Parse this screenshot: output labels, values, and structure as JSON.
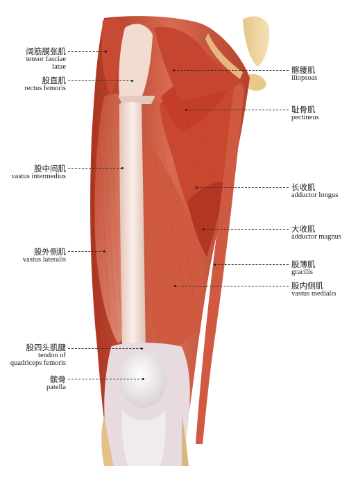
{
  "labels": [
    {
      "id": "tensor-fasciae-latae",
      "zh": "阔筋膜张肌",
      "en": [
        "tensor fasciae",
        "latae"
      ]
    },
    {
      "id": "rectus-femoris",
      "zh": "股直肌",
      "en": [
        "rectus femoris"
      ]
    },
    {
      "id": "vastus-intermedius",
      "zh": "股中间肌",
      "en": [
        "vastus intermedius"
      ]
    },
    {
      "id": "vastus-lateralis",
      "zh": "股外侧肌",
      "en": [
        "vastus lateralis"
      ]
    },
    {
      "id": "quadriceps-tendon",
      "zh": "股四头肌腱",
      "en": [
        "tendon of",
        "quadriceps femoris"
      ]
    },
    {
      "id": "patella",
      "zh": "髌骨",
      "en": [
        "patella"
      ]
    },
    {
      "id": "iliopsoas",
      "zh": "髂腰肌",
      "en": [
        "iliopsoas"
      ]
    },
    {
      "id": "pectineus",
      "zh": "耻骨肌",
      "en": [
        "pectineus"
      ]
    },
    {
      "id": "adductor-longus",
      "zh": "长收肌",
      "en": [
        "adductor longus"
      ]
    },
    {
      "id": "adductor-magnus",
      "zh": "大收肌",
      "en": [
        "adductor magnus"
      ]
    },
    {
      "id": "gracilis",
      "zh": "股薄肌",
      "en": [
        "gracilis"
      ]
    },
    {
      "id": "vastus-medialis",
      "zh": "股内侧肌",
      "en": [
        "vastus medialis"
      ]
    }
  ],
  "colors": {
    "muscle_dark": "#b8402c",
    "muscle_mid": "#cf5c43",
    "muscle_light": "#e08a72",
    "tendon": "#f1dcd2",
    "bone": "#efe3c8",
    "cartilage": "#e8e6e8"
  }
}
